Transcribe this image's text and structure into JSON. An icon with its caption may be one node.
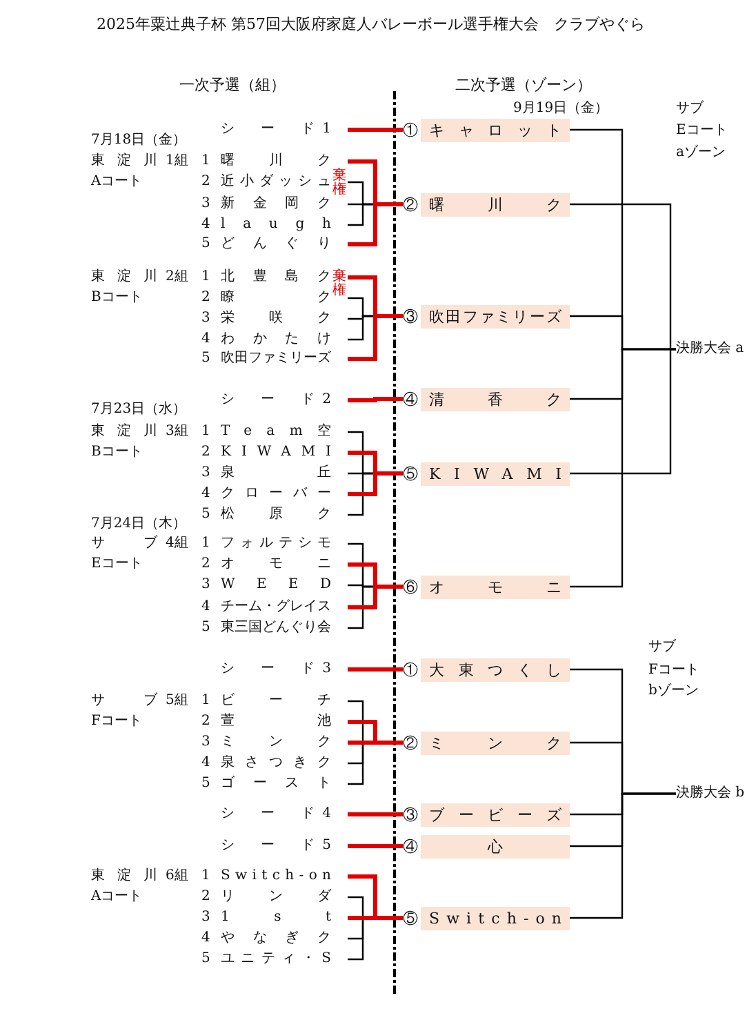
{
  "diagram": {
    "title": "2025年粟辻典子杯 第57回大阪府家庭人バレーボール選手権大会　クラブやぐら",
    "nodes": [
      {
        "text": [
          "シード",
          "1"
        ]
      },
      {
        "text": [
          "曙川ク"
        ],
        "beside": [
          "1"
        ]
      },
      {
        "text": [
          "近小ダッシュ"
        ],
        "beside": [
          "2"
        ]
      },
      {
        "text": [
          "新金岡ク"
        ],
        "beside": [
          "3"
        ]
      },
      {
        "text": [
          "laugh"
        ],
        "beside": [
          "4"
        ]
      },
      {
        "text": [
          "どんぐり"
        ],
        "beside": [
          "5"
        ]
      },
      {
        "text": [
          "北豊島ク"
        ],
        "beside": [
          "1"
        ]
      },
      {
        "text": [
          "瞭ク"
        ],
        "beside": [
          "2"
        ]
      },
      {
        "text": [
          "栄咲ク"
        ],
        "beside": [
          "3"
        ]
      },
      {
        "text": [
          "わかたけ"
        ],
        "beside": [
          "4"
        ]
      },
      {
        "text": [
          "吹田ファミリーズ"
        ],
        "beside": [
          "5"
        ]
      },
      {
        "text": [
          "シード",
          "2"
        ]
      },
      {
        "text": [
          "Team空"
        ],
        "beside": [
          "1"
        ]
      },
      {
        "text": [
          "KIWAMI"
        ],
        "beside": [
          "2"
        ]
      },
      {
        "text": [
          "泉丘"
        ],
        "beside": [
          "3"
        ]
      },
      {
        "text": [
          "クローバー"
        ],
        "beside": [
          "4"
        ]
      },
      {
        "text": [
          "松原ク"
        ],
        "beside": [
          "5"
        ]
      },
      {
        "text": [
          "フォルテシモ"
        ],
        "beside": [
          "1"
        ]
      },
      {
        "text": [
          "オモニ"
        ],
        "beside": [
          "2"
        ]
      },
      {
        "text": [
          "WEED"
        ],
        "beside": [
          "3"
        ]
      },
      {
        "text": [
          "チーム・グレイス"
        ],
        "beside": [
          "4"
        ]
      },
      {
        "text": [
          "東三国どんぐり会"
        ],
        "beside": [
          "5"
        ]
      },
      {
        "text": [
          "シード",
          "3"
        ]
      },
      {
        "text": [
          "ビーチ"
        ],
        "beside": [
          "1"
        ]
      },
      {
        "text": [
          "萱池"
        ],
        "beside": [
          "2"
        ]
      },
      {
        "text": [
          "ミンク"
        ],
        "beside": [
          "3"
        ]
      },
      {
        "text": [
          "泉さつきク"
        ],
        "beside": [
          "4"
        ]
      },
      {
        "text": [
          "ゴースト"
        ],
        "beside": [
          "5"
        ]
      },
      {
        "text": [
          "シード",
          "4"
        ]
      },
      {
        "text": [
          "シード",
          "5"
        ]
      },
      {
        "text": [
          "Switch-on"
        ],
        "beside": [
          "1"
        ]
      },
      {
        "text": [
          "リンダ"
        ],
        "beside": [
          "2"
        ]
      },
      {
        "text": [
          "1st"
        ],
        "beside": [
          "3"
        ]
      },
      {
        "text": [
          "やなぎク"
        ],
        "beside": [
          "4"
        ]
      },
      {
        "text": [
          "ユニティ・S"
        ],
        "beside": [
          "5"
        ]
      },
      {
        "text": [
          "キャロット"
        ],
        "beside": [
          "①"
        ]
      },
      {
        "text": [
          "曙川ク"
        ],
        "beside": [
          "②"
        ]
      },
      {
        "text": [
          "吹田ファミリーズ"
        ],
        "beside": [
          "③"
        ]
      },
      {
        "text": [
          "清香ク"
        ],
        "beside": [
          "④"
        ]
      },
      {
        "text": [
          "KIWAMI"
        ],
        "beside": [
          "⑤"
        ]
      },
      {
        "text": [
          "オモニ"
        ],
        "beside": [
          "⑥"
        ]
      },
      {
        "text": [
          "大東つくし"
        ],
        "beside": [
          "①"
        ]
      },
      {
        "text": [
          "ミンク"
        ],
        "beside": [
          "②"
        ]
      },
      {
        "text": [
          "ブービーズ"
        ],
        "beside": [
          "③"
        ]
      },
      {
        "text": [
          "心"
        ],
        "beside": [
          "④"
        ]
      },
      {
        "text": [
          "Switch-on"
        ],
        "beside": [
          "⑤"
        ]
      },
      {
        "text": [
          "決勝大会 a"
        ]
      },
      {
        "text": [
          "決勝大会 b"
        ]
      }
    ],
    "edges": [
      {
        "from": 0,
        "to": 35,
        "arrow": "none",
        "style": "thick",
        "color": "#e00000"
      },
      {
        "from": 1,
        "to": 36,
        "arrow": "none",
        "style": "thick",
        "color": "#e00000"
      },
      {
        "from": 2,
        "to": 36,
        "arrow": "none"
      },
      {
        "from": 3,
        "to": 36,
        "arrow": "none"
      },
      {
        "from": 4,
        "to": 36,
        "arrow": "none"
      },
      {
        "from": 5,
        "to": 36,
        "arrow": "none",
        "style": "thick",
        "color": "#e00000"
      },
      {
        "from": 6,
        "to": 37,
        "arrow": "none",
        "style": "thick",
        "color": "#e00000"
      },
      {
        "from": 7,
        "to": 37,
        "arrow": "none"
      },
      {
        "from": 8,
        "to": 37,
        "arrow": "none"
      },
      {
        "from": 9,
        "to": 37,
        "arrow": "none"
      },
      {
        "from": 10,
        "to": 37,
        "arrow": "none",
        "style": "thick",
        "color": "#e00000"
      },
      {
        "from": 11,
        "to": 38,
        "arrow": "none",
        "style": "thick",
        "color": "#e00000"
      },
      {
        "from": 12,
        "to": 39,
        "arrow": "none"
      },
      {
        "from": 13,
        "to": 39,
        "arrow": "none",
        "style": "thick",
        "color": "#e00000"
      },
      {
        "from": 14,
        "to": 39,
        "arrow": "none"
      },
      {
        "from": 15,
        "to": 39,
        "arrow": "none",
        "style": "thick",
        "color": "#e00000"
      },
      {
        "from": 16,
        "to": 39,
        "arrow": "none"
      },
      {
        "from": 17,
        "to": 40,
        "arrow": "none"
      },
      {
        "from": 18,
        "to": 40,
        "arrow": "none",
        "style": "thick",
        "color": "#e00000"
      },
      {
        "from": 19,
        "to": 40,
        "arrow": "none"
      },
      {
        "from": 20,
        "to": 40,
        "arrow": "none",
        "style": "thick",
        "color": "#e00000"
      },
      {
        "from": 21,
        "to": 40,
        "arrow": "none"
      },
      {
        "from": 22,
        "to": 41,
        "arrow": "none",
        "style": "thick",
        "color": "#e00000"
      },
      {
        "from": 23,
        "to": 42,
        "arrow": "none"
      },
      {
        "from": 24,
        "to": 42,
        "arrow": "none",
        "style": "thick",
        "color": "#e00000"
      },
      {
        "from": 25,
        "to": 42,
        "arrow": "none",
        "style": "thick",
        "color": "#e00000"
      },
      {
        "from": 26,
        "to": 42,
        "arrow": "none"
      },
      {
        "from": 27,
        "to": 42,
        "arrow": "none"
      },
      {
        "from": 28,
        "to": 43,
        "arrow": "none",
        "style": "thick",
        "color": "#e00000"
      },
      {
        "from": 29,
        "to": 44,
        "arrow": "none",
        "style": "thick",
        "color": "#e00000"
      },
      {
        "from": 30,
        "to": 45,
        "arrow": "none",
        "style": "thick",
        "color": "#e00000"
      },
      {
        "from": 31,
        "to": 45,
        "arrow": "none"
      },
      {
        "from": 32,
        "to": 45,
        "arrow": "none",
        "style": "thick",
        "color": "#e00000"
      },
      {
        "from": 33,
        "to": 45,
        "arrow": "none"
      },
      {
        "from": 34,
        "to": 45,
        "arrow": "none"
      },
      {
        "from": 35,
        "to": 46,
        "arrow": "none"
      },
      {
        "from": 36,
        "to": 46,
        "arrow": "none"
      },
      {
        "from": 37,
        "to": 46,
        "arrow": "none"
      },
      {
        "from": 38,
        "to": 46,
        "arrow": "none"
      },
      {
        "from": 39,
        "to": 46,
        "arrow": "none"
      },
      {
        "from": 40,
        "to": 46,
        "arrow": "none"
      },
      {
        "from": 41,
        "to": 47,
        "arrow": "none"
      },
      {
        "from": 42,
        "to": 47,
        "arrow": "none"
      },
      {
        "from": 43,
        "to": 47,
        "arrow": "none"
      },
      {
        "from": 44,
        "to": 47,
        "arrow": "none"
      },
      {
        "from": 45,
        "to": 47,
        "arrow": "none"
      }
    ],
    "labels": [
      "一次予選（組）",
      "二次予選（ゾーン）",
      "9月19日（金）",
      "サブ",
      "Eコート",
      "aゾーン",
      "7月18日（金）",
      "東淀川",
      "1組",
      "Aコート",
      "棄権",
      "東淀川",
      "2組",
      "Bコート",
      "棄権",
      "7月23日（水）",
      "東淀川",
      "3組",
      "Bコート",
      "7月24日（木）",
      "サブ",
      "4組",
      "Eコート",
      "サブ",
      "Fコート",
      "bゾーン",
      "サブ",
      "5組",
      "Fコート",
      "東淀川",
      "6組",
      "Aコート"
    ]
  }
}
